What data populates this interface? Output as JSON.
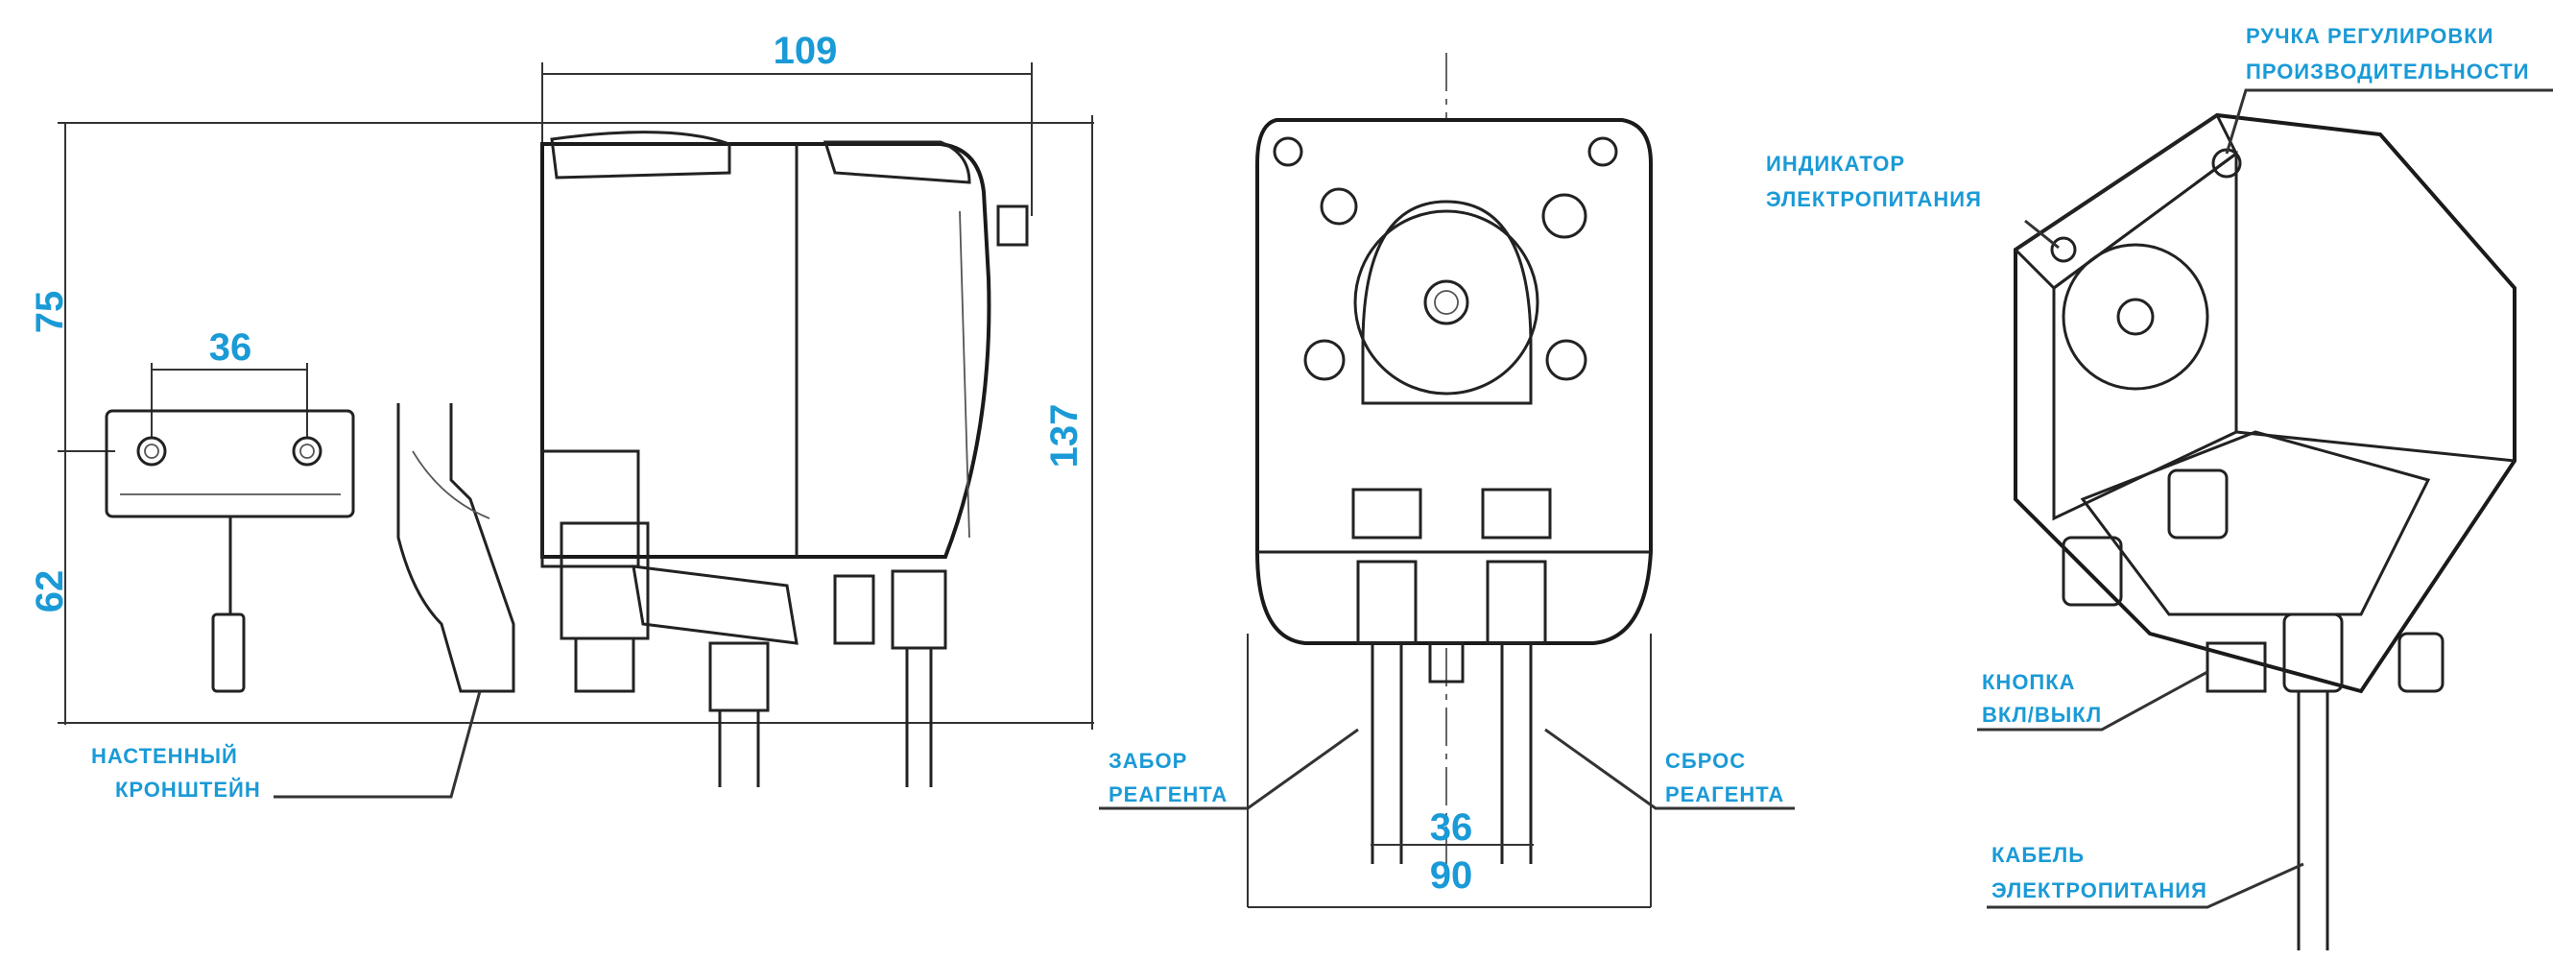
{
  "colors": {
    "label": "#1a9ad6",
    "line": "#222222"
  },
  "side_view": {
    "dim_width": "109",
    "dim_upper": "75",
    "dim_lower": "62",
    "dim_height": "137",
    "dim_bracket": "36",
    "bracket_label": [
      "НАСТЕННЫЙ",
      "КРОНШТЕЙН"
    ]
  },
  "front_view": {
    "dim_ports": "36",
    "dim_width": "90",
    "inlet_label": [
      "ЗАБОР",
      "РЕАГЕНТА"
    ],
    "outlet_label": [
      "СБРОС",
      "РЕАГЕНТА"
    ]
  },
  "iso_view": {
    "knob_label": [
      "РУЧКА РЕГУЛИРОВКИ",
      "ПРОИЗВОДИТЕЛЬНОСТИ"
    ],
    "indicator_label": [
      "ИНДИКАТОР",
      "ЭЛЕКТРОПИТАНИЯ"
    ],
    "button_label": [
      "КНОПКА",
      "ВКЛ/ВЫКЛ"
    ],
    "cable_label": [
      "КАБЕЛЬ",
      "ЭЛЕКТРОПИТАНИЯ"
    ]
  }
}
